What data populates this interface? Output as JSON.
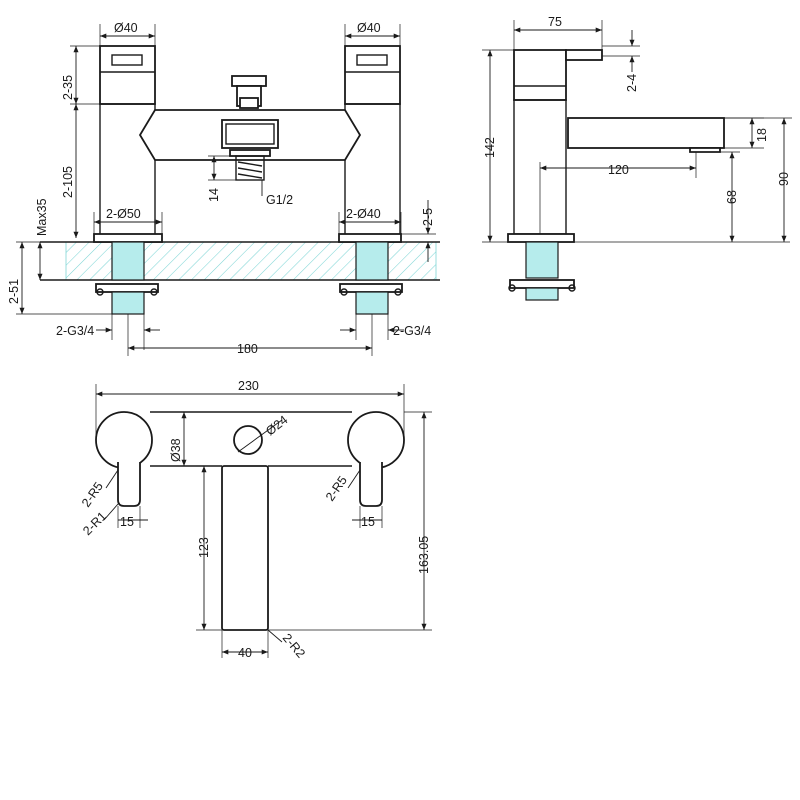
{
  "colors": {
    "line": "#1a1a1a",
    "hatch": "#7fd6d6",
    "pipe_fill": "#b6ecec",
    "background": "#ffffff"
  },
  "front_view": {
    "handle_dia_left": "Ø40",
    "handle_dia_right": "Ø40",
    "handle_height": "2-35",
    "body_height": "2-105",
    "outlet_thread": "G1/2",
    "outlet_height": "14",
    "base_dia_left": "2-Ø50",
    "base_dia_right": "2-Ø40",
    "base_thickness": "2-5",
    "deck_max": "Max35",
    "shank_length": "2-51",
    "inlet_left": "2-G3/4",
    "inlet_right": "2-G3/4",
    "centres": "180"
  },
  "side_view": {
    "head_width": "75",
    "lever_gap": "2-4",
    "total_height": "142",
    "spout_projection": "120",
    "spout_thickness": "18",
    "spout_height": "68",
    "overall_height": "90"
  },
  "plan_view": {
    "overall_width": "230",
    "diverter_dia": "Ø24",
    "body_dia": "Ø38",
    "lever_radius_left": "2-R5",
    "lever_radius_right": "2-R5",
    "lever_tip_radius": "2-R1",
    "lever_width_left": "15",
    "lever_width_right": "15",
    "spout_length": "123",
    "overall_depth": "163.05",
    "spout_width": "40",
    "spout_corner_radius": "2-R2"
  }
}
